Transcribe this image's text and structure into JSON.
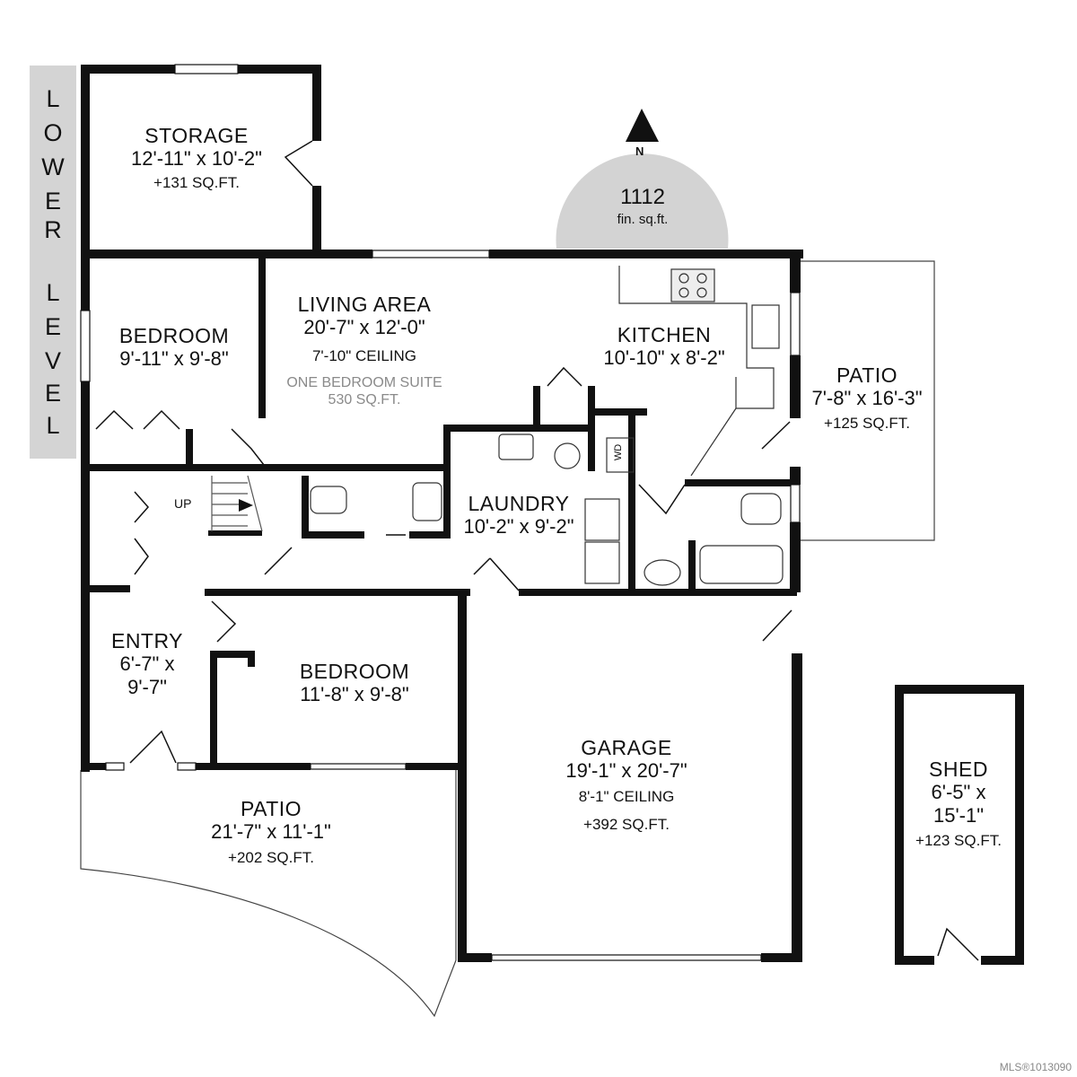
{
  "level": {
    "letters": [
      "L",
      "O",
      "W",
      "E",
      "R",
      "",
      "L",
      "E",
      "V",
      "E",
      "L"
    ]
  },
  "compass": {
    "north": "N"
  },
  "total": {
    "value": "1112",
    "unit": "fin. sq.ft."
  },
  "rooms": {
    "storage": {
      "name": "STORAGE",
      "dims": "12'-11\" x 10'-2\"",
      "area": "+131 SQ.FT."
    },
    "bedroom1": {
      "name": "BEDROOM",
      "dims": "9'-11\" x 9'-8\""
    },
    "living": {
      "name": "LIVING AREA",
      "dims": "20'-7\" x 12'-0\"",
      "ceiling": "7'-10\" CEILING",
      "suite": "ONE BEDROOM SUITE",
      "suite_area": "530 SQ.FT."
    },
    "kitchen": {
      "name": "KITCHEN",
      "dims": "10'-10\" x 8'-2\""
    },
    "patio_east": {
      "name": "PATIO",
      "dims": "7'-8\" x 16'-3\"",
      "area": "+125 SQ.FT."
    },
    "laundry": {
      "name": "LAUNDRY",
      "dims": "10'-2\" x 9'-2\""
    },
    "entry": {
      "name": "ENTRY",
      "dims1": "6'-7\" x",
      "dims2": "9'-7\""
    },
    "bedroom2": {
      "name": "BEDROOM",
      "dims": "11'-8\" x 9'-8\""
    },
    "garage": {
      "name": "GARAGE",
      "dims": "19'-1\" x 20'-7\"",
      "ceiling": "8'-1\" CEILING",
      "area": "+392 SQ.FT."
    },
    "patio_south": {
      "name": "PATIO",
      "dims": "21'-7\" x 11'-1\"",
      "area": "+202 SQ.FT."
    },
    "shed": {
      "name": "SHED",
      "dims1": "6'-5\" x",
      "dims2": "15'-1\"",
      "area": "+123 SQ.FT."
    }
  },
  "stairs": {
    "label": "UP"
  },
  "washer_dryer": "WD",
  "mls": "MLS®1013090"
}
